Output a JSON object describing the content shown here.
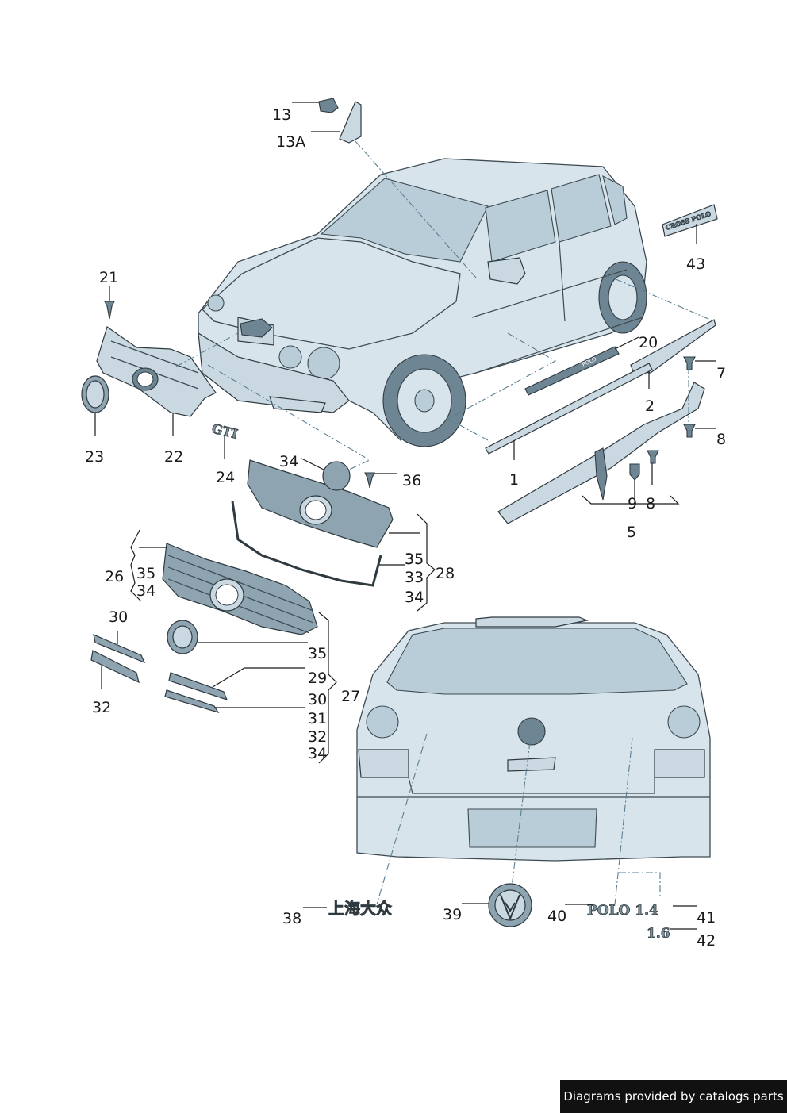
{
  "callouts": [
    "1",
    "2",
    "5",
    "7",
    "8",
    "8",
    "9",
    "13",
    "13A",
    "20",
    "21",
    "22",
    "23",
    "24",
    "26",
    "27",
    "28",
    "29",
    "30",
    "30",
    "31",
    "32",
    "32",
    "33",
    "34",
    "34",
    "34",
    "34",
    "34",
    "35",
    "35",
    "35",
    "35",
    "36",
    "38",
    "39",
    "40",
    "41",
    "42",
    "43"
  ],
  "badges": {
    "cross_polo": "CROSS POLO",
    "gti": "GTI",
    "sill_badge": "POLO",
    "shanghai_vw": "上海大众",
    "polo_14": "POLO 1.4",
    "engine_16": "1.6"
  },
  "footer_text": "Diagrams provided by catalogs parts",
  "colors": {
    "body": "#d8e4eb",
    "glass": "#b9cdd8",
    "line": "#1a1a1a",
    "leader_dash": "#5a7e92",
    "footer_bg": "#111111"
  }
}
